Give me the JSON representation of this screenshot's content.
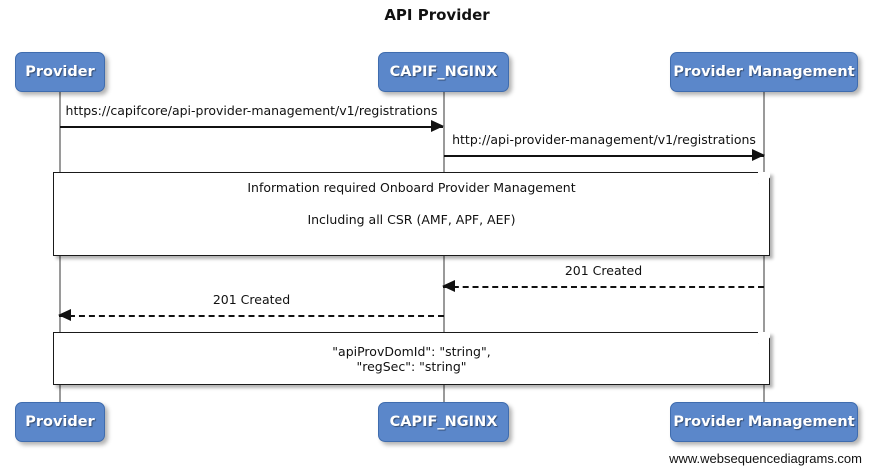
{
  "diagram": {
    "title": "API Provider",
    "watermark": "www.websequencediagrams.com",
    "accent_color": "#5b87ca",
    "line_color": "#111111"
  },
  "participants": [
    {
      "id": "provider",
      "label": "Provider"
    },
    {
      "id": "capif_nginx",
      "label": "CAPIF_NGINX"
    },
    {
      "id": "provider_management",
      "label": "Provider Management"
    }
  ],
  "messages": [
    {
      "id": "msg-1",
      "label": "https://capifcore/api-provider-management/v1/registrations",
      "from": "provider",
      "to": "capif_nginx",
      "style": "solid",
      "direction": "right"
    },
    {
      "id": "msg-2",
      "label": "http://api-provider-management/v1/registrations",
      "from": "capif_nginx",
      "to": "provider_management",
      "style": "solid",
      "direction": "right"
    },
    {
      "id": "msg-3",
      "label": "201 Created",
      "from": "provider_management",
      "to": "capif_nginx",
      "style": "dashed",
      "direction": "left"
    },
    {
      "id": "msg-4",
      "label": "201 Created",
      "from": "capif_nginx",
      "to": "provider",
      "style": "dashed",
      "direction": "left"
    }
  ],
  "notes": [
    {
      "id": "note-1",
      "lines": [
        "Information required Onboard Provider Management",
        "Including all CSR (AMF, APF, AEF)"
      ]
    },
    {
      "id": "note-2",
      "lines": [
        "\"apiProvDomId\": \"string\",",
        "\"regSec\": \"string\""
      ]
    }
  ]
}
